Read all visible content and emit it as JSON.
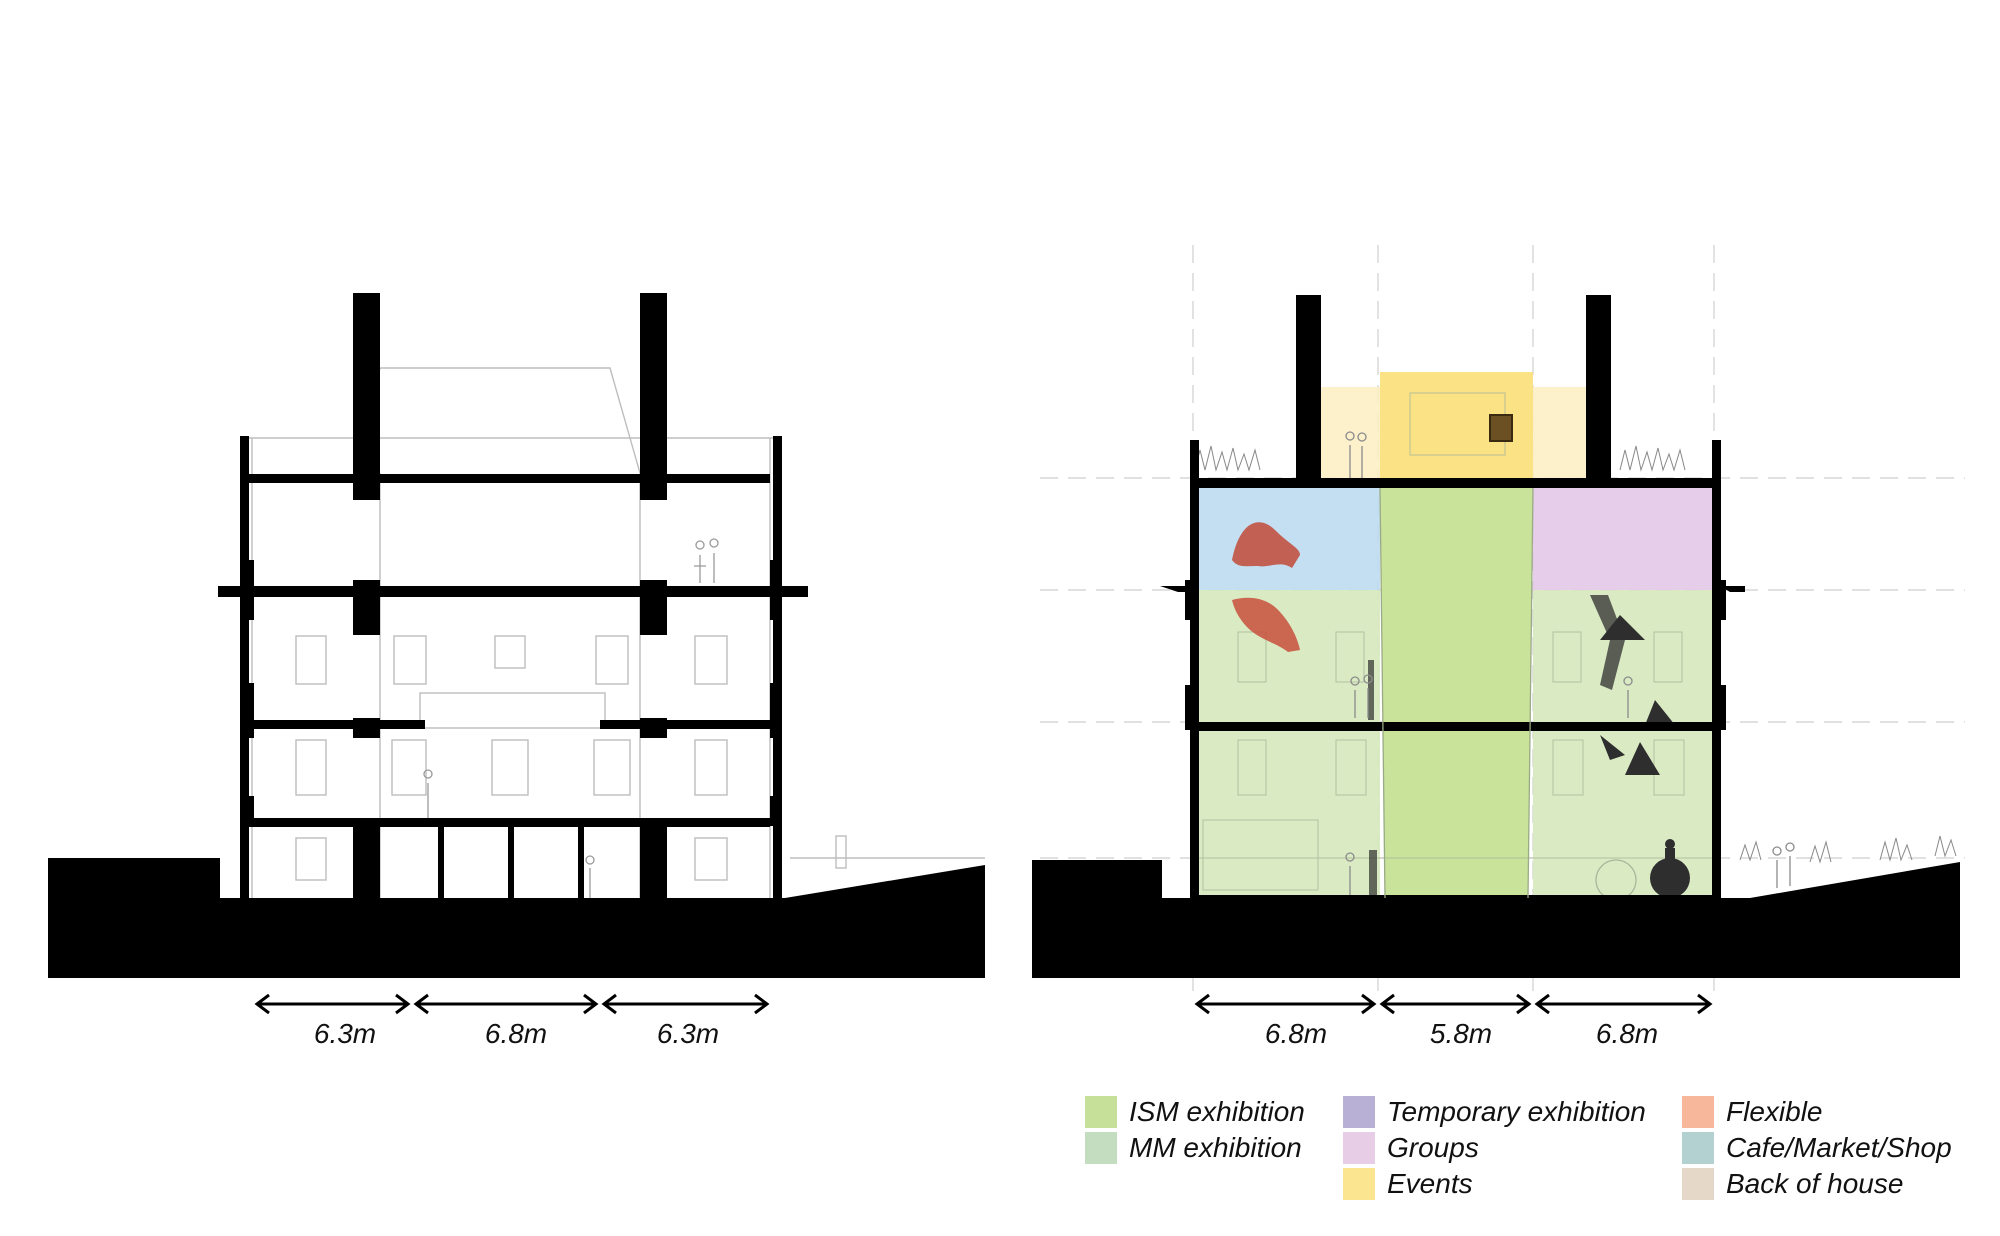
{
  "left_section": {
    "dimensions": [
      "6.3m",
      "6.8m",
      "6.3m"
    ]
  },
  "right_section": {
    "dimensions": [
      "6.8m",
      "5.8m",
      "6.8m"
    ]
  },
  "legend": {
    "items": [
      {
        "label": "ISM exhibition",
        "color": "#c6e09a"
      },
      {
        "label": "MM exhibition",
        "color": "#c4dcc0"
      },
      {
        "label": "Temporary exhibition",
        "color": "#b9b0d6"
      },
      {
        "label": "Groups",
        "color": "#e7cde6"
      },
      {
        "label": "Events",
        "color": "#fbe591"
      },
      {
        "label": "Flexible",
        "color": "#f6b79a"
      },
      {
        "label": "Cafe/Market/Shop",
        "color": "#b3d1d0"
      },
      {
        "label": "Back of house",
        "color": "#e6d8c8"
      }
    ]
  },
  "zone_colors": {
    "green": "#c9e39a",
    "green_light": "#d6e9bc",
    "blue": "#bcdcef",
    "purple": "#e3c8e8",
    "yellow": "#fbe07e",
    "yellow_light": "#fcefc2"
  }
}
